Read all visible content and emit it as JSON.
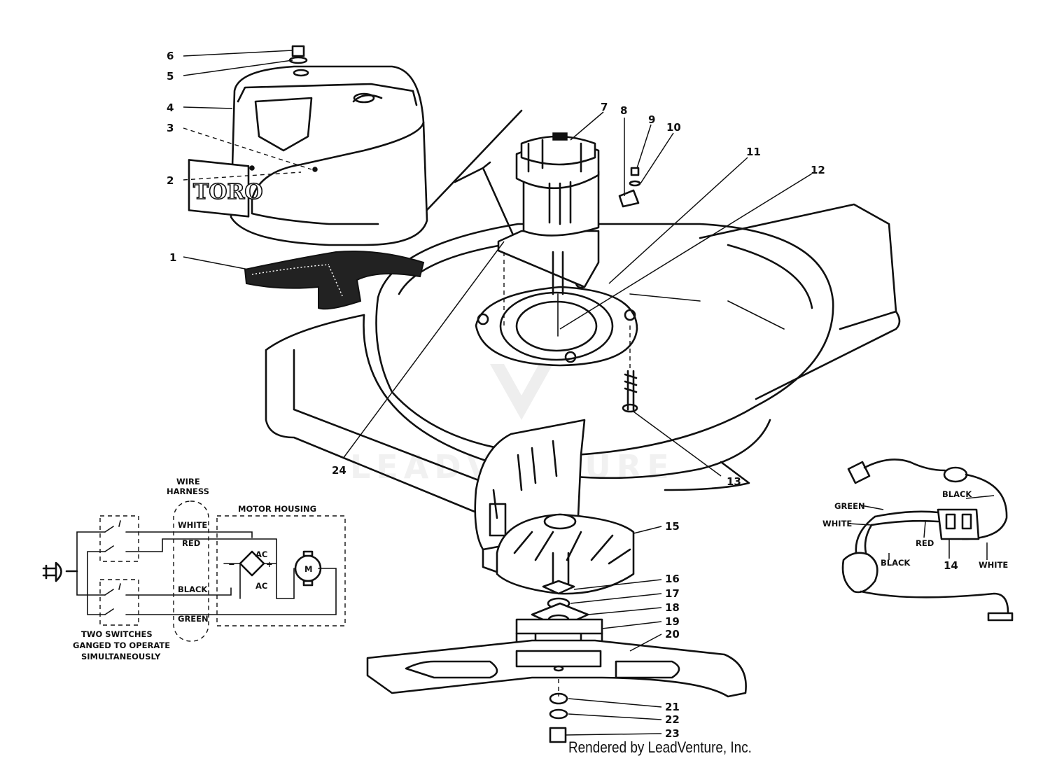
{
  "brand": "TORO",
  "watermark": "LEADVENTURE",
  "credit": "Rendered by LeadVenture, Inc.",
  "callouts": [
    "1",
    "2",
    "3",
    "4",
    "5",
    "6",
    "7",
    "8",
    "9",
    "10",
    "11",
    "12",
    "13",
    "14",
    "15",
    "16",
    "17",
    "18",
    "19",
    "20",
    "21",
    "22",
    "23",
    "24"
  ],
  "schematic": {
    "harness_line1": "WIRE",
    "harness_line2": "HARNESS",
    "motor_housing": "MOTOR HOUSING",
    "wire_white": "WHITE",
    "wire_red": "RED",
    "wire_black": "BLACK",
    "wire_green": "GREEN",
    "ac_top": "AC",
    "ac_bottom": "AC",
    "minus": "−",
    "plus": "+",
    "motor": "M",
    "note_line1": "TWO SWITCHES",
    "note_line2": "GANGED TO OPERATE",
    "note_line3": "SIMULTANEOUSLY"
  },
  "harness_detail": {
    "black_top": "BLACK",
    "green": "GREEN",
    "white_left": "WHITE",
    "red": "RED",
    "black_bottom": "BLACK",
    "white_right": "WHITE"
  }
}
